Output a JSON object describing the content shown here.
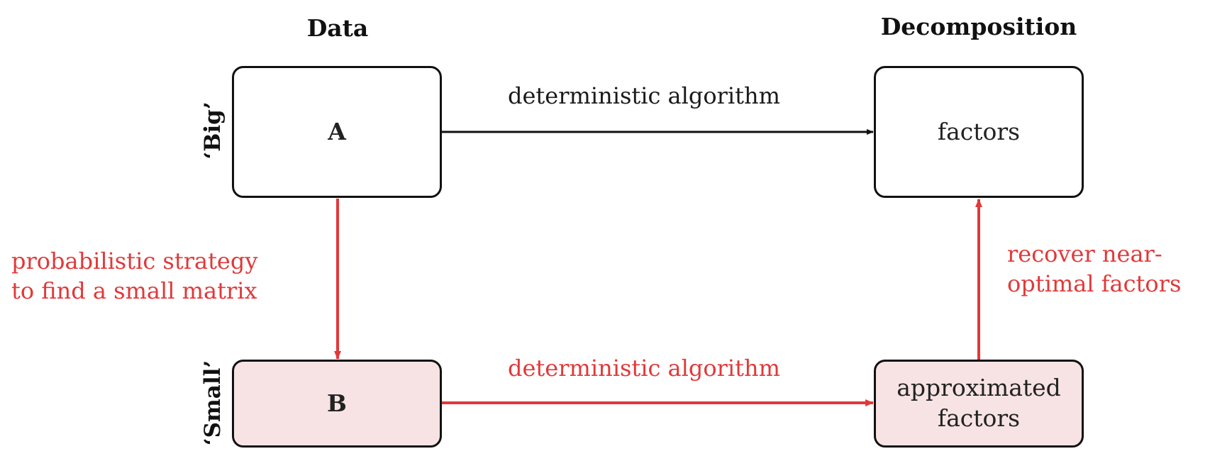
{
  "headers": {
    "data": "Data",
    "decomposition": "Decomposition"
  },
  "rows": {
    "big": "‘Big’",
    "small": "‘Small’"
  },
  "boxes": {
    "a": {
      "text": "A"
    },
    "factors": {
      "text": "factors"
    },
    "b": {
      "text": "B"
    },
    "approx": {
      "line1": "approximated",
      "line2": "factors"
    }
  },
  "edges": {
    "a_to_factors": {
      "label": "deterministic algorithm",
      "color": "#111111"
    },
    "a_to_b": {
      "line1": "probabilistic strategy",
      "line2": "to find a small matrix",
      "color": "#e0393a"
    },
    "b_to_approx": {
      "label": "deterministic algorithm",
      "color": "#e0393a"
    },
    "approx_to_factors": {
      "line1": "recover near-",
      "line2": "optimal factors",
      "color": "#e0393a"
    }
  },
  "colors": {
    "accent_red": "#e0393a",
    "box_fill_pink": "#f7e3e3",
    "border": "#111111"
  }
}
